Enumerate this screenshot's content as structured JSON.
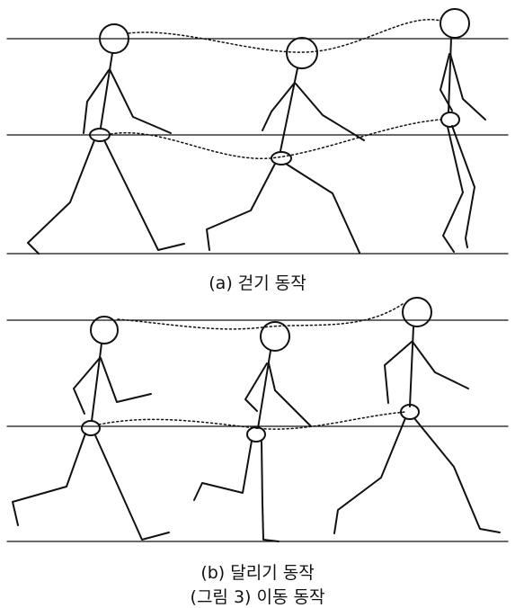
{
  "panels": [
    {
      "id": "a",
      "caption": "(a) 걷기 동작"
    },
    {
      "id": "b",
      "caption": "(b) 달리기 동작"
    }
  ],
  "figure_caption": "(그림 3) 이동 동작",
  "colors": {
    "stroke": "#111111",
    "background": "#ffffff"
  }
}
